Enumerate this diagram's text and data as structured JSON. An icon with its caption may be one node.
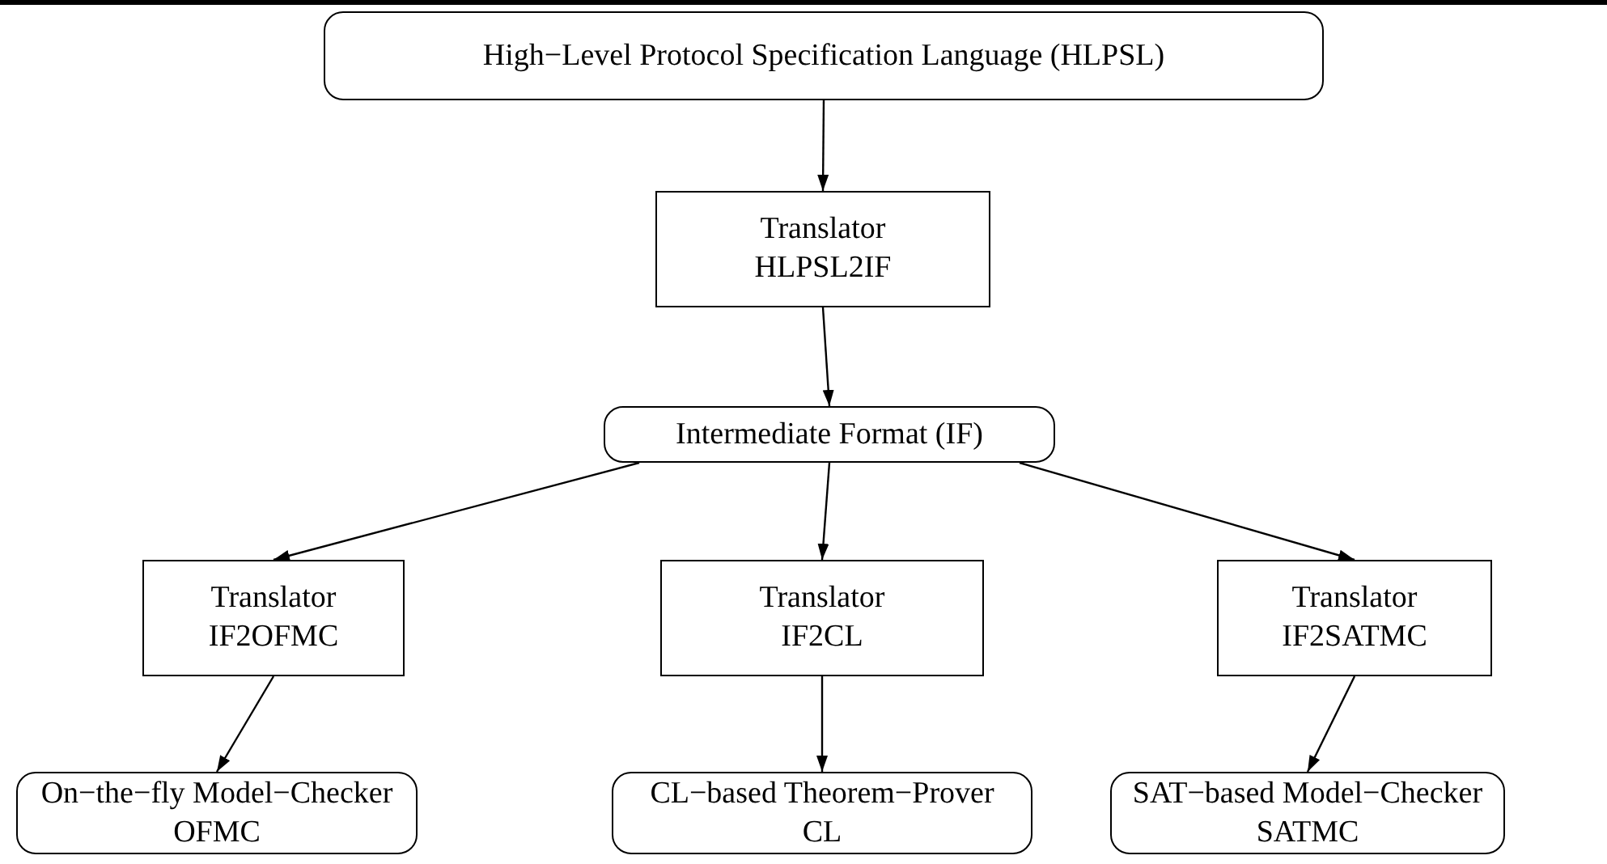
{
  "diagram": {
    "nodes": [
      {
        "text": [
          "High−Level Protocol Specification Language (HLPSL)"
        ]
      },
      {
        "text": [
          "Translator",
          "HLPSL2IF"
        ]
      },
      {
        "text": [
          "Intermediate Format (IF)"
        ]
      },
      {
        "text": [
          "Translator",
          "IF2OFMC"
        ]
      },
      {
        "text": [
          "Translator",
          "IF2CL"
        ]
      },
      {
        "text": [
          "Translator",
          "IF2SATMC"
        ]
      },
      {
        "text": [
          "On−the−fly Model−Checker",
          "OFMC"
        ]
      },
      {
        "text": [
          "CL−based Theorem−Prover",
          "CL"
        ]
      },
      {
        "text": [
          "SAT−based Model−Checker",
          "SATMC"
        ]
      }
    ],
    "edges": [
      {
        "from": 0,
        "to": 1,
        "arrow": "to"
      },
      {
        "from": 1,
        "to": 2,
        "arrow": "to"
      },
      {
        "from": 2,
        "to": 3,
        "arrow": "to"
      },
      {
        "from": 2,
        "to": 4,
        "arrow": "to"
      },
      {
        "from": 2,
        "to": 5,
        "arrow": "to"
      },
      {
        "from": 3,
        "to": 6,
        "arrow": "to"
      },
      {
        "from": 4,
        "to": 7,
        "arrow": "to"
      },
      {
        "from": 5,
        "to": 8,
        "arrow": "to"
      }
    ]
  }
}
